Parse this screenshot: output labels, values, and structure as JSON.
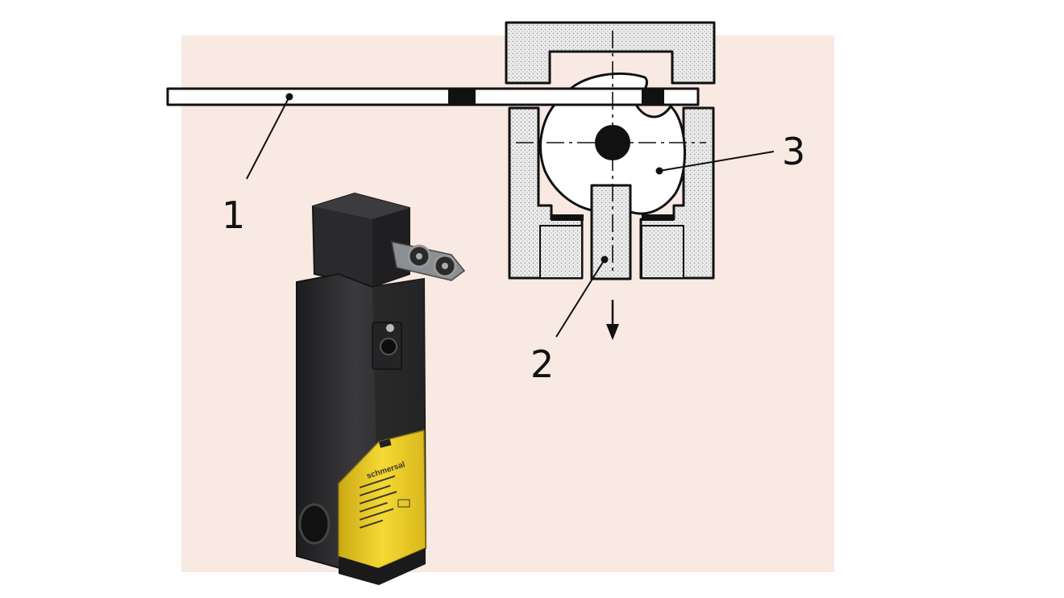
{
  "diagram": {
    "callouts": [
      {
        "id": "1",
        "label": "1",
        "target": "actuator"
      },
      {
        "id": "2",
        "label": "2",
        "target": "plunger"
      },
      {
        "id": "3",
        "label": "3",
        "target": "rotor"
      }
    ],
    "product_photo": {
      "brand": "schmersal",
      "device": "safety-switch-with-actuator"
    }
  },
  "colors": {
    "background_panel": "#f8e9e2",
    "housing_hatch": "#e6e6e6",
    "outline": "#111111",
    "switch_body": "#2b2b2d",
    "switch_label": "#f2d22b"
  }
}
